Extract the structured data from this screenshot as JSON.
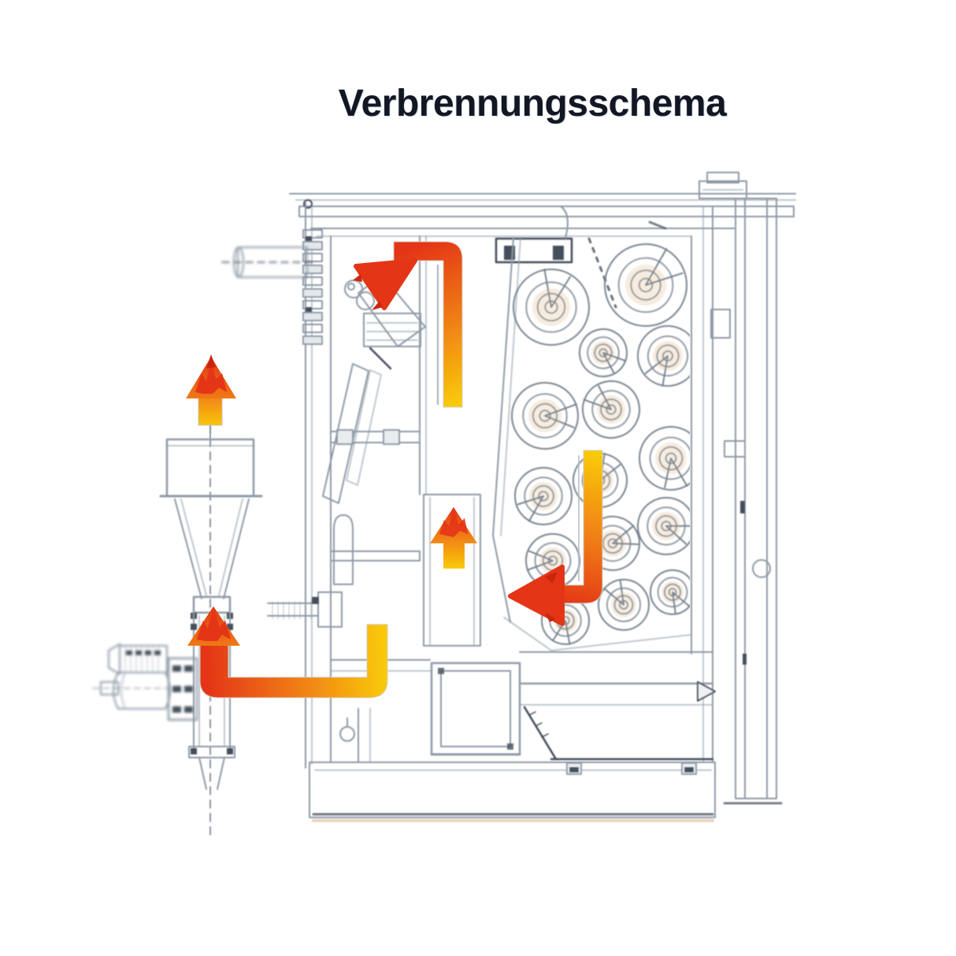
{
  "title": "Verbrennungsschema",
  "diagram": {
    "kind": "technical combustion scheme drawing",
    "subject": "log boiler cross-section with cyclone burner and combustion flow arrows"
  },
  "colors": {
    "background": "#ffffff",
    "title_text": "#121722",
    "drawing_line": "#8d99a6",
    "drawing_dark": "#3f4a57",
    "drawing_tan": "#e7d5c0",
    "flame_yellow": "#f9ca06",
    "flame_orange": "#f07c18",
    "flame_red": "#e43518",
    "flame_deep_red": "#c9260f"
  },
  "arrows": [
    {
      "name": "flue-gas-arrow-top",
      "direction": "up-then-left, head pointing down-left"
    },
    {
      "name": "combustion-downdraft-arrow",
      "direction": "down-then-left, head pointing left"
    },
    {
      "name": "secondary-flame-arrow",
      "direction": "up, flame-tipped"
    },
    {
      "name": "burner-return-arrow-bottom",
      "direction": "right-to-left, turning up, flame-tipped"
    },
    {
      "name": "cyclone-flame-arrow",
      "direction": "up, flame-tipped"
    }
  ]
}
